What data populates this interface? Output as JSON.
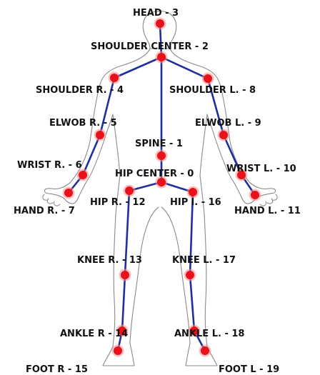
{
  "colors": {
    "bone": "#1f2f9e",
    "joint": "#e8121a",
    "joint_glow": "#ff8a8a",
    "outline": "#8a8a8a",
    "label": "#111111"
  },
  "joints": [
    {
      "id": "head",
      "label": "HEAD - 3"
    },
    {
      "id": "shoulder-center",
      "label": "SHOULDER CENTER - 2"
    },
    {
      "id": "shoulder-r",
      "label": "SHOULDER R. - 4"
    },
    {
      "id": "shoulder-l",
      "label": "SHOULDER L. - 8"
    },
    {
      "id": "elwob-r",
      "label": "ELWOB R. - 5"
    },
    {
      "id": "elwob-l",
      "label": "ELWOB L. - 9"
    },
    {
      "id": "spine",
      "label": "SPINE - 1"
    },
    {
      "id": "wrist-r",
      "label": "WRIST R. - 6"
    },
    {
      "id": "wrist-l",
      "label": "WRIST L. - 10"
    },
    {
      "id": "hip-center",
      "label": "HIP CENTER - 0"
    },
    {
      "id": "hip-r",
      "label": "HIP R. - 12"
    },
    {
      "id": "hip-l",
      "label": "HIP l. - 16"
    },
    {
      "id": "hand-r",
      "label": "HAND R. - 7"
    },
    {
      "id": "hand-l",
      "label": "HAND L. - 11"
    },
    {
      "id": "knee-r",
      "label": "KNEE R. - 13"
    },
    {
      "id": "knee-l",
      "label": "KNEE L. - 17"
    },
    {
      "id": "ankle-r",
      "label": "ANKLE R - 14"
    },
    {
      "id": "ankle-l",
      "label": "ANKLE L. - 18"
    },
    {
      "id": "foot-r",
      "label": "FOOT R - 15"
    },
    {
      "id": "foot-l",
      "label": "FOOT L - 19"
    }
  ],
  "bones": [
    [
      "head",
      "shoulder-center"
    ],
    [
      "shoulder-center",
      "shoulder-r"
    ],
    [
      "shoulder-center",
      "shoulder-l"
    ],
    [
      "shoulder-center",
      "spine"
    ],
    [
      "shoulder-r",
      "elwob-r"
    ],
    [
      "elwob-r",
      "wrist-r"
    ],
    [
      "wrist-r",
      "hand-r"
    ],
    [
      "shoulder-l",
      "elwob-l"
    ],
    [
      "elwob-l",
      "wrist-l"
    ],
    [
      "wrist-l",
      "hand-l"
    ],
    [
      "spine",
      "hip-center"
    ],
    [
      "hip-center",
      "hip-r"
    ],
    [
      "hip-center",
      "hip-l"
    ],
    [
      "hip-r",
      "knee-r"
    ],
    [
      "knee-r",
      "ankle-r"
    ],
    [
      "ankle-r",
      "foot-r"
    ],
    [
      "hip-l",
      "knee-l"
    ],
    [
      "knee-l",
      "ankle-l"
    ],
    [
      "ankle-l",
      "foot-l"
    ]
  ]
}
